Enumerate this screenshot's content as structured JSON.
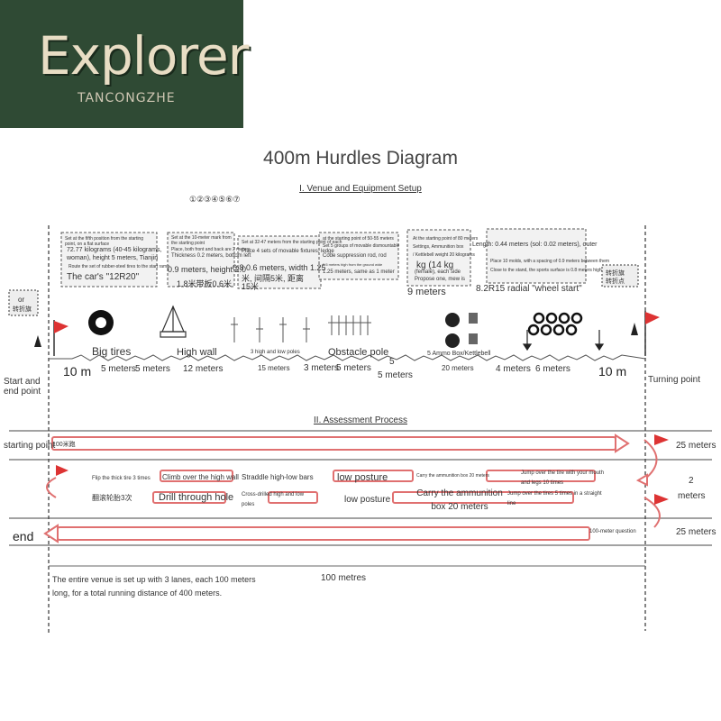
{
  "logo": {
    "title": "Explorer",
    "subtitle": "TANCONGZHE"
  },
  "title": "400m Hurdles Diagram",
  "section1": {
    "heading": "I. Venue and Equipment Setup",
    "numbers": "①②③④⑤⑥⑦"
  },
  "section2": {
    "heading": "II. Assessment Process"
  },
  "venue": {
    "start_point": "Start and end point",
    "turning_point": "Turning point",
    "dist_left": "10 m",
    "dist_right": "10 m",
    "flag_left_label": "or",
    "flag_right_label": "转折旗",
    "flag_right_label2": "转折点",
    "flag_left_label2": "转折旗",
    "items": [
      {
        "label": "Big tires"
      },
      {
        "label": "High wall"
      },
      {
        "label": "3 high and low poles"
      },
      {
        "label": "Obstacle pole"
      },
      {
        "label": "5 Ammo Box/Kettlebell"
      },
      {
        "label": "5"
      }
    ],
    "distances": [
      "5 meters",
      "5 meters",
      "12 meters",
      "15 meters",
      "3 meters",
      "5 meters",
      "5 meters",
      "20 meters",
      "4 meters",
      "6 meters"
    ],
    "box1": {
      "tiny1": "Set at the fifth position from the starting point, on a flat surface",
      "line1": "72.77 kilograms (40-45 kilograms,",
      "line2": "woman), height 5 meters, Tianjin",
      "tiny2": "Route the set of rubber-steel tires to the start ramp",
      "big": "The car's \"12R20\""
    },
    "box2": {
      "tiny1": "Set at the 10-meter mark from the starting point",
      "tiny2": "Place, both front and back are 2 meters",
      "line1": "Thickness 0.2 meters, bottom left",
      "big": "0.9 meters, height 2.0",
      "big2": "1.8米带板0.6米"
    },
    "box3": {
      "tiny1": "Set at 32-47 meters from the starting point of each",
      "line1": "Place 4 sets of movable fixtures, ledge",
      "big": "0.8 0.6 meters, width 1.25",
      "big2": "米, 间隔5米, 距离",
      "big3": "15米"
    },
    "box4": {
      "tiny1": "at the starting point of 50-55 meters",
      "line1": "Set 5 groups of movable dismountable",
      "line2": "Code suppression rod, rod",
      "tiny2": "0.5 meters high from the ground wide",
      "line3": "1.25 meters, same as 1 meter"
    },
    "box5": {
      "tiny1": "At the starting point of 80 meters",
      "tiny2": "Settings, Ammunition box",
      "tiny3": "/ Kettlebell weight 20 kilograms",
      "big": "kg (14 kg",
      "line1": "(female), each side",
      "line2": "Propose one, mew is",
      "big2": "9 meters"
    },
    "box6": {
      "line1": "Length: 0.44 meters (sol: 0.02 meters), outer",
      "tiny1": "Place 10 molds, with a spacing of 0.9 meters between them",
      "tiny2": "Close to the stand, the sports surface is 0.8 meters high",
      "big": "8.2R15 radial \"wheel start\""
    }
  },
  "process": {
    "starting_point": "starting point",
    "end": "end",
    "lane1_label": "100米跑",
    "lane3_label": "100-meter question",
    "dist_25a": "25 meters",
    "dist_2": "2",
    "dist_meters": "meters",
    "dist_25b": "25 meters",
    "steps": [
      "Flip the thick tire 3 times",
      "Climb over the high wall",
      "Straddle high-low bars",
      "low posture",
      "Carry the ammunition box 20 meters",
      "Jump over the tire with your mouth and legs 10 times",
      "翻滚轮胎3次",
      "Drill through hole",
      "Cross-drilled high and low poles",
      "low posture",
      "Carry the ammunition box 20 meters",
      "Jump over the tires 5 times in a straight line"
    ],
    "note": "The entire venue is set up with 3 lanes, each 100 meters long, for a total running distance of 400 meters.",
    "total": "100 metres"
  }
}
